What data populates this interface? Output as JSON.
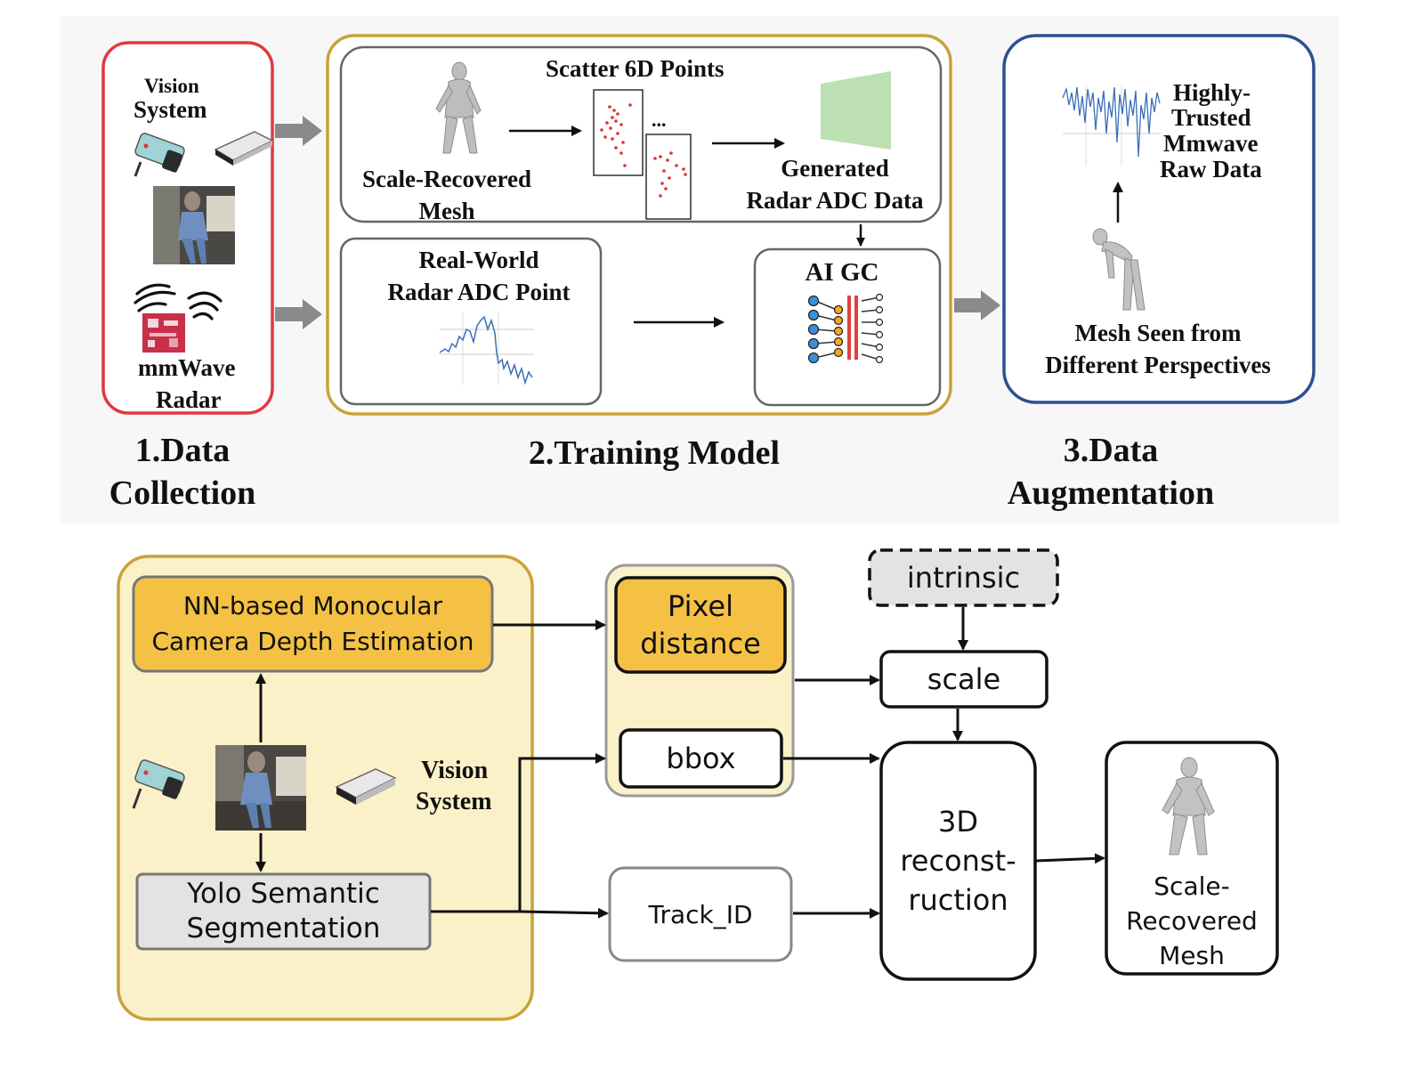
{
  "top": {
    "data_collection": {
      "vision_label_1": "Vision",
      "vision_label_2": "System",
      "radar_label_1": "mmWave",
      "radar_label_2": "Radar",
      "caption_1": "1.Data",
      "caption_2": "Collection"
    },
    "training_model": {
      "scatter_title": "Scatter 6D Points",
      "ellipsis": "...",
      "mesh_label_1": "Scale-Recovered",
      "mesh_label_2": "Mesh",
      "generated_1": "Generated",
      "generated_2": "Radar ADC Data",
      "realworld_1": "Real-World",
      "realworld_2": "Radar ADC Point",
      "aigc": "AI GC",
      "caption": "2.Training Model"
    },
    "data_augmentation": {
      "trusted_1": "Highly-",
      "trusted_2": "Trusted",
      "trusted_3": "Mmwave",
      "trusted_4": "Raw Data",
      "mesh_seen_1": "Mesh Seen from",
      "mesh_seen_2": "Different Perspectives",
      "caption_1": "3.Data",
      "caption_2": "Augmentation"
    }
  },
  "bottom": {
    "nn_depth_1": "NN-based Monocular",
    "nn_depth_2": "Camera Depth Estimation",
    "vision_1": "Vision",
    "vision_2": "System",
    "yolo_1": "Yolo Semantic",
    "yolo_2": "Segmentation",
    "pixel_1": "Pixel",
    "pixel_2": "distance",
    "bbox": "bbox",
    "track_id": "Track_ID",
    "intrinsic": "intrinsic",
    "scale": "scale",
    "recon_1": "3D",
    "recon_2": "reconst-",
    "recon_3": "ruction",
    "scale_mesh_1": "Scale-",
    "scale_mesh_2": "Recovered",
    "scale_mesh_3": "Mesh"
  },
  "colors": {
    "data_collection_border": "#e0393e",
    "training_border": "#c9a23a",
    "augmentation_border": "#2e4f8f",
    "yellow_panel": "#fbf1c8",
    "orange_box": "#f4c144",
    "grey_box": "#e3e3e3",
    "arrow_grey": "#8a8a8a"
  }
}
